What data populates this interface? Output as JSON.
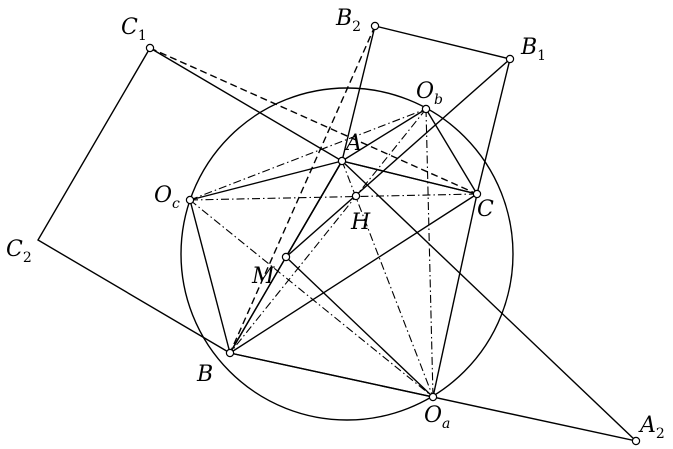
{
  "labels": {
    "C1": {
      "base": "C",
      "sub": "1"
    },
    "C2": {
      "base": "C",
      "sub": "2"
    },
    "B1": {
      "base": "B",
      "sub": "1"
    },
    "B2": {
      "base": "B",
      "sub": "2"
    },
    "A2": {
      "base": "A",
      "sub": "2"
    },
    "A": {
      "base": "A"
    },
    "B": {
      "base": "B"
    },
    "C": {
      "base": "C"
    },
    "H": {
      "base": "H"
    },
    "M": {
      "base": "M"
    },
    "Oa": {
      "base": "O",
      "sub": "a"
    },
    "Ob": {
      "base": "O",
      "sub": "b"
    },
    "Oc": {
      "base": "O",
      "sub": "c"
    }
  }
}
